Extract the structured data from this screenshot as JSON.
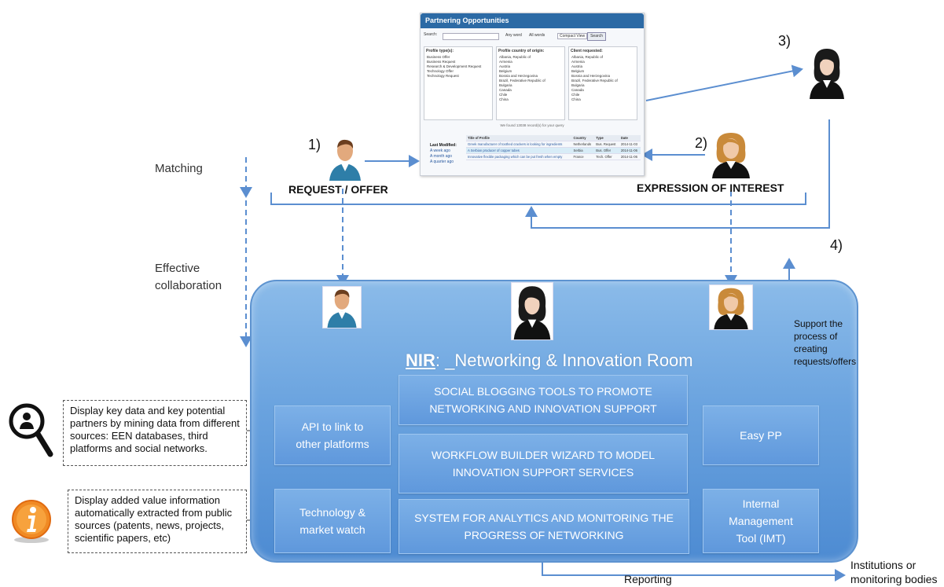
{
  "screenshot": {
    "title": "Partnering Opportunities",
    "search_label": "Search:",
    "any_word": "Any word",
    "all_words": "All words",
    "view": "Compact View",
    "search_button": "Search",
    "panel_profile": "Profile type(s):",
    "profile_items": [
      "Business Offer",
      "Business Request",
      "Research & Development Request",
      "Technology Offer",
      "Technology Request"
    ],
    "panel_country": "Profile country of origin:",
    "country_items": [
      "Albania, Republic of",
      "Armenia",
      "Austria",
      "Belgium",
      "Bosnia and Herzegovina",
      "Brazil, Federative Republic of",
      "Bulgaria",
      "Canada",
      "Chile",
      "China"
    ],
    "panel_client": "Client requested:",
    "client_items": [
      "Albania, Republic of",
      "Armenia",
      "Austria",
      "Belgium",
      "Bosnia and Herzegovina",
      "Brazil, Federative Republic of",
      "Bulgaria",
      "Canada",
      "Chile",
      "China"
    ],
    "found_text": "We found 13038 record(s) for your query",
    "last_modified": "Last Modified:",
    "lm_links": [
      "A week ago",
      "A month ago",
      "A quarter ago"
    ],
    "table_headers": [
      "Title of Profile",
      "Country",
      "Type",
      "Date"
    ],
    "table_rows": [
      [
        "Greek manufacturer of toothed crackers is looking for ingredients",
        "Netherlands",
        "Bus. Request",
        "2014-11-03"
      ],
      [
        "A Serbian producer of copper tubes",
        "Serbia",
        "Bus. Offer",
        "2014-11-06"
      ],
      [
        "Innovative flexible packaging which can be put fresh when empty",
        "France",
        "Tech. Offer",
        "2014-11-06"
      ]
    ]
  },
  "steps": {
    "s1": "1)",
    "s2": "2)",
    "s3": "3)",
    "s4": "4)"
  },
  "labels": {
    "request_offer": "REQUEST / OFFER",
    "expression": "EXPRESSION OF INTEREST",
    "matching": "Matching",
    "effective": "Effective\ncollaboration",
    "support": "Support the\nprocess of\ncreating\nrequests/offers",
    "reporting": "Reporting",
    "institutions": "Institutions or\nmonitoring bodies"
  },
  "room": {
    "title_abbr": "NIR",
    "title_rest": ": _Networking & Innovation Room",
    "social": "SOCIAL BLOGGING TOOLS TO PROMOTE\nNETWORKING AND INNOVATION SUPPORT",
    "workflow": "WORKFLOW BUILDER WIZARD TO MODEL\nINNOVATION SUPPORT SERVICES",
    "analytics": "SYSTEM FOR ANALYTICS AND MONITORING THE\nPROGRESS OF NETWORKING",
    "api": "API to link to\nother platforms",
    "tech": "Technology &\nmarket watch",
    "easypp": "Easy PP",
    "imt": "Internal\nManagement\nTool (IMT)"
  },
  "notes": {
    "mining": "Display key data and key potential partners by mining data from different sources: EEN databases, third platforms and social networks.",
    "added": "Display added value information automatically  extracted from public sources (patents, news, projects, scientific papers, etc)"
  },
  "colors": {
    "arrow": "#5b8ed0",
    "room": "#6aa3df",
    "box_text": "#ffffff"
  }
}
